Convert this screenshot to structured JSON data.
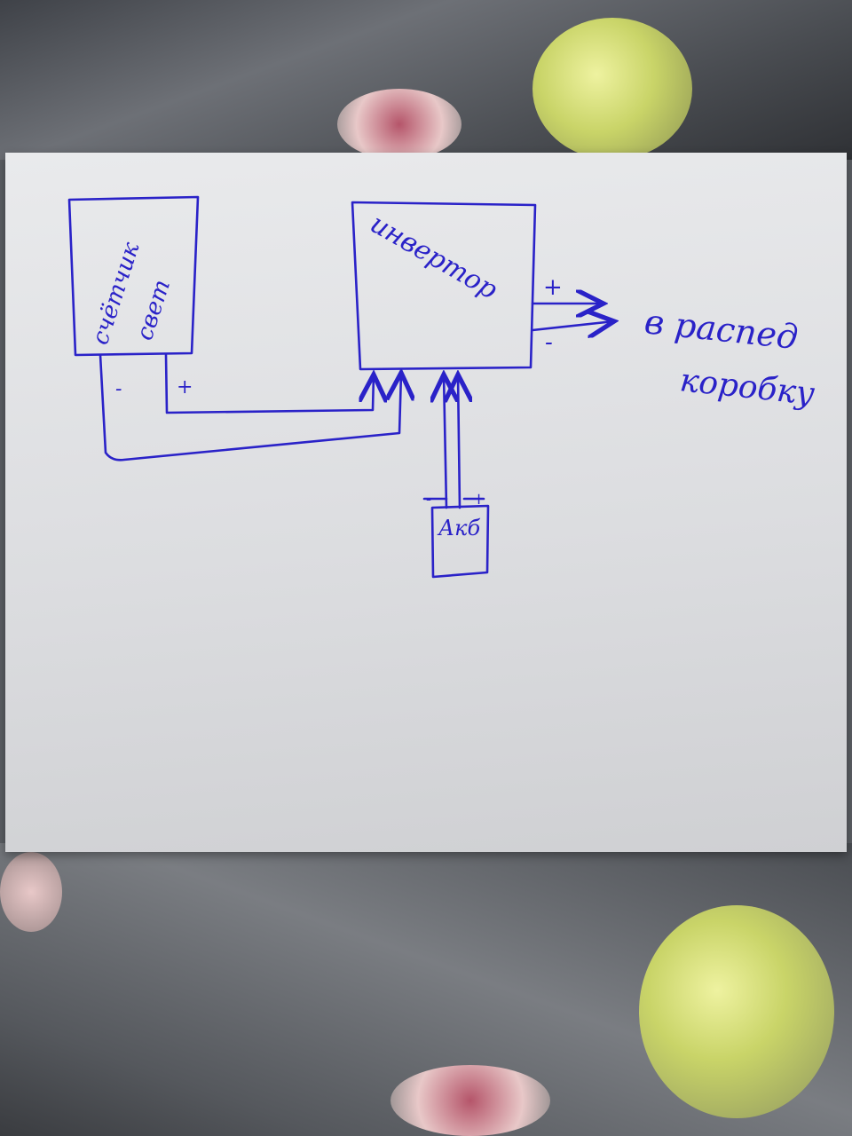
{
  "diagram": {
    "meter_box": {
      "line1": "счётчик",
      "line2": "свет"
    },
    "inverter_box": {
      "label": "инвертор"
    },
    "battery_box": {
      "label": "Акб"
    },
    "polarity": {
      "plus": "+",
      "minus": "-"
    },
    "output_note": {
      "line1": "в распед",
      "line2": "коробку"
    }
  },
  "colors": {
    "ink": "#2a22c8",
    "paper": "#e3e4e6",
    "background": "#5b5e63",
    "flower_yellow": "#d9e27a"
  }
}
